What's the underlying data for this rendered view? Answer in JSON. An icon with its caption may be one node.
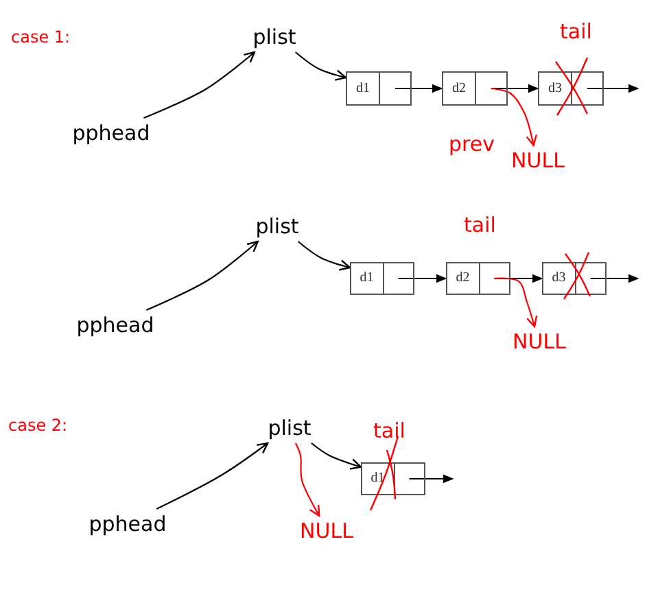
{
  "diagram": {
    "nodes": [
      {
        "text": [
          "pphead"
        ]
      },
      {
        "text": [
          "plist"
        ]
      },
      {
        "text": [
          "d1"
        ]
      },
      {
        "text": [
          "d2"
        ]
      },
      {
        "text": [
          "d3"
        ]
      },
      {
        "text": [
          "NULL"
        ]
      },
      {
        "text": [
          "pphead"
        ]
      },
      {
        "text": [
          "plist"
        ]
      },
      {
        "text": [
          "d1"
        ]
      },
      {
        "text": [
          "d2"
        ]
      },
      {
        "text": [
          "d3"
        ]
      },
      {
        "text": [
          "NULL"
        ]
      },
      {
        "text": [
          "pphead"
        ]
      },
      {
        "text": [
          "plist"
        ]
      },
      {
        "text": [
          "d1"
        ]
      },
      {
        "text": [
          "NULL"
        ]
      }
    ],
    "edges": [
      {
        "from": 0,
        "to": 1,
        "arrow": "to"
      },
      {
        "from": 1,
        "to": 2,
        "arrow": "to"
      },
      {
        "from": 2,
        "to": 3,
        "arrow": "to"
      },
      {
        "from": 3,
        "to": 4,
        "arrow": "to"
      },
      {
        "from": 4,
        "to": null,
        "arrow": "to"
      },
      {
        "from": 3,
        "to": 5,
        "arrow": "to",
        "color": "#ff0000"
      },
      {
        "from": 6,
        "to": 7,
        "arrow": "to"
      },
      {
        "from": 7,
        "to": 8,
        "arrow": "to"
      },
      {
        "from": 8,
        "to": 9,
        "arrow": "to"
      },
      {
        "from": 9,
        "to": 10,
        "arrow": "to"
      },
      {
        "from": 10,
        "to": null,
        "arrow": "to"
      },
      {
        "from": 9,
        "to": 11,
        "arrow": "to",
        "color": "#ff0000"
      },
      {
        "from": 12,
        "to": 13,
        "arrow": "to"
      },
      {
        "from": 13,
        "to": 14,
        "arrow": "to"
      },
      {
        "from": 14,
        "to": null,
        "arrow": "to"
      },
      {
        "from": 13,
        "to": 15,
        "arrow": "to",
        "color": "#ff0000"
      }
    ],
    "labels": [
      "case 1:",
      "tail",
      "prev",
      "tail",
      "case 2:",
      "tail"
    ]
  }
}
